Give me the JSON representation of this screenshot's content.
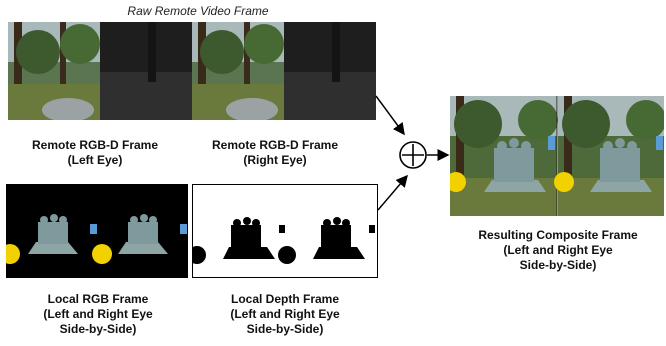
{
  "header": {
    "title": "Raw Remote Video Frame"
  },
  "labels": {
    "remote_left": [
      "Remote RGB-D Frame",
      "(Left Eye)"
    ],
    "remote_right": [
      "Remote RGB-D Frame",
      "(Right Eye)"
    ],
    "local_rgb": [
      "Local RGB Frame",
      "(Left and Right Eye",
      "Side-by-Side)"
    ],
    "local_depth": [
      "Local Depth Frame",
      "(Left and Right Eye",
      "Side-by-Side)"
    ],
    "composite": [
      "Resulting Composite Frame",
      "(Left and Right Eye",
      "Side-by-Side)"
    ]
  },
  "operator": {
    "symbol": "⊕"
  },
  "colors": {
    "forest_dark": "#2b3a26",
    "forest_green": "#4f6a3a",
    "sky": "#b7c3c8",
    "statue": "#7f9a9c",
    "marker_blue": "#5b9bd5",
    "marker_yellow": "#f2d100",
    "depth_black": "#000000"
  }
}
